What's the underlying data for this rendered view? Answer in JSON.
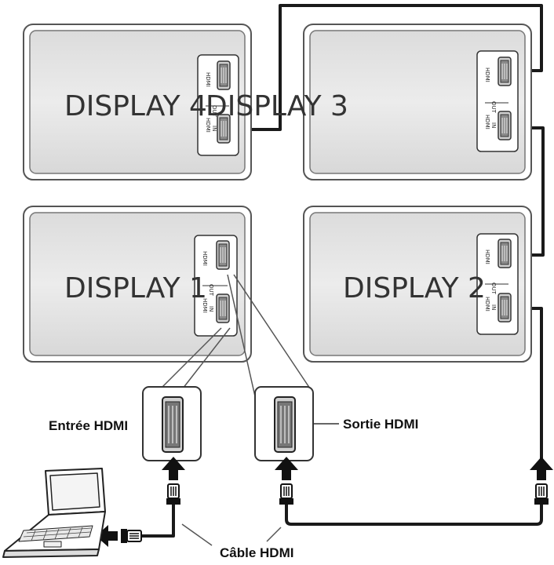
{
  "displays": {
    "display_1": "DISPLAY 1",
    "display_2": "DISPLAY 2",
    "display_3": "DISPLAY 3",
    "display_4": "DISPLAY 4"
  },
  "ports": {
    "hdmi": "HDMI",
    "in": "IN",
    "out": "OUT"
  },
  "callouts": {
    "hdmi_input": "Entrée HDMI",
    "hdmi_output": "Sortie HDMI",
    "hdmi_cable": "Câble HDMI"
  },
  "colors": {
    "cable": "#1a1a1a",
    "display_fill": "#e6e6e6",
    "display_border": "#555555"
  },
  "icons": {
    "laptop": "laptop-icon",
    "arrow": "arrow-up-icon",
    "plug": "hdmi-plug-icon"
  }
}
